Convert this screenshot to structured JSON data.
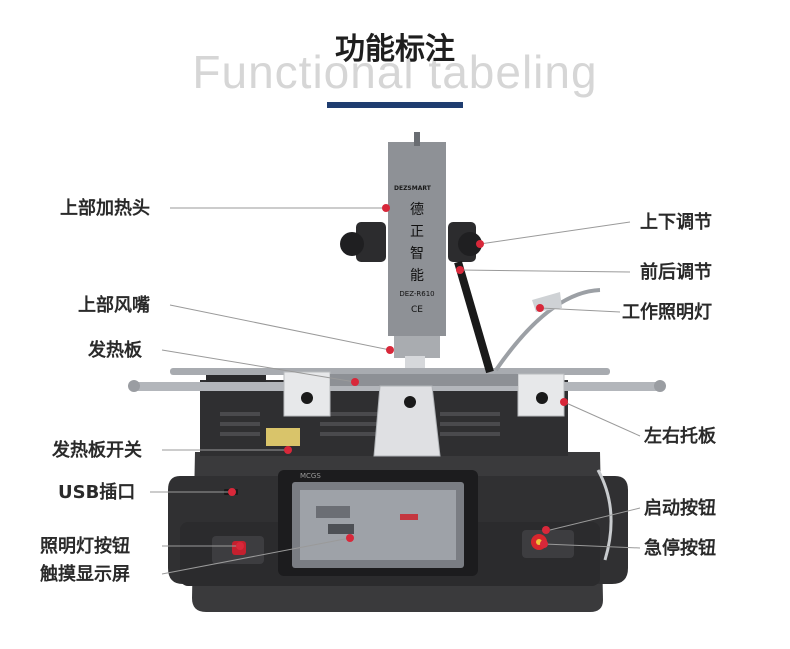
{
  "header": {
    "title": "功能标注",
    "subtitle": "Functional tabeling"
  },
  "machine": {
    "brand": "DEZSMART",
    "name_chars": [
      "德",
      "正",
      "智",
      "能"
    ],
    "model": "DEZ-R610",
    "cert": "CE",
    "screen_brand": "MCGS",
    "colors": {
      "body": "#3a3a3c",
      "head": "#8e9196",
      "accent": "#1f3d70",
      "marker": "#d8283a"
    }
  },
  "labels": {
    "left": [
      {
        "id": "top-heating-head",
        "text": "上部加热头"
      },
      {
        "id": "top-nozzle",
        "text": "上部风嘴"
      },
      {
        "id": "heating-plate",
        "text": "发热板"
      },
      {
        "id": "heating-plate-switch",
        "text": "发热板开关"
      },
      {
        "id": "usb-port",
        "text": "USB插口"
      },
      {
        "id": "light-button",
        "text": "照明灯按钮"
      },
      {
        "id": "touch-screen",
        "text": "触摸显示屏"
      }
    ],
    "right": [
      {
        "id": "up-down-adjust",
        "text": "上下调节"
      },
      {
        "id": "front-back-adjust",
        "text": "前后调节"
      },
      {
        "id": "work-light",
        "text": "工作照明灯"
      },
      {
        "id": "left-right-tray",
        "text": "左右托板"
      },
      {
        "id": "start-button",
        "text": "启动按钮"
      },
      {
        "id": "emergency-stop",
        "text": "急停按钮"
      }
    ]
  }
}
